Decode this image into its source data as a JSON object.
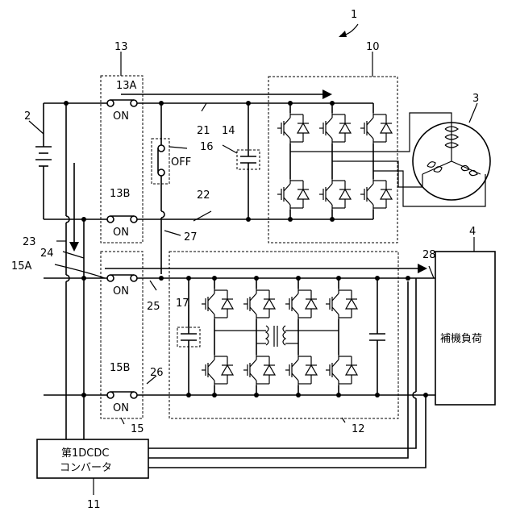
{
  "labels": {
    "n1": "1",
    "n2": "2",
    "n3": "3",
    "n4": "4",
    "n10": "10",
    "n11": "11",
    "n12": "12",
    "n13": "13",
    "n13A": "13A",
    "n13B": "13B",
    "n14": "14",
    "n15": "15",
    "n15A": "15A",
    "n15B": "15B",
    "n16": "16",
    "n17": "17",
    "n21": "21",
    "n22": "22",
    "n23": "23",
    "n24": "24",
    "n25": "25",
    "n26": "26",
    "n27": "27",
    "n28": "28"
  },
  "switch_states": {
    "s13A": "ON",
    "s13B": "ON",
    "s15A": "ON",
    "s15B": "ON",
    "s16": "OFF"
  },
  "blocks": {
    "aux_load": "補機負荷",
    "converter_line1": "第1DCDC",
    "converter_line2": "コンバータ"
  }
}
